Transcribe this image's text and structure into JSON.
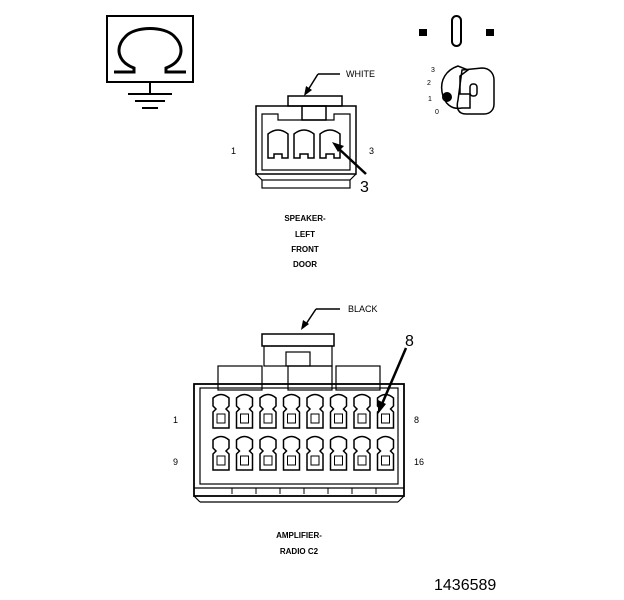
{
  "ohmmeter": {
    "symbol": "Ω"
  },
  "ignition_key": {
    "positions": [
      "3",
      "2",
      "1",
      "0"
    ]
  },
  "speaker_connector": {
    "color": "WHITE",
    "pin_left": "1",
    "pin_right": "3",
    "callout": "3",
    "name_lines": [
      "SPEAKER-",
      "LEFT",
      "FRONT",
      "DOOR"
    ]
  },
  "amplifier_connector": {
    "color": "BLACK",
    "pin_top_left": "1",
    "pin_top_right": "8",
    "pin_bottom_left": "9",
    "pin_bottom_right": "16",
    "callout": "8",
    "name_lines": [
      "AMPLIFIER-",
      "RADIO C2"
    ]
  },
  "figure_id": "1436589"
}
